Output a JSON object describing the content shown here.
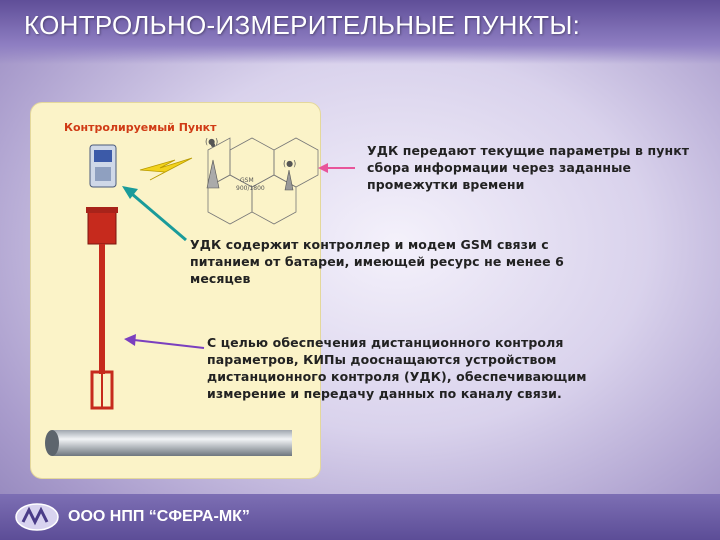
{
  "title": "КОНТРОЛЬНО-ИЗМЕРИТЕЛЬНЫЕ ПУНКТЫ:",
  "panel": {
    "label": "Контролируемый Пункт"
  },
  "diagram": {
    "label_top": "(●)",
    "label_right": "(●)",
    "hex_text_1": "GSM",
    "hex_text_2": "900/1800"
  },
  "texts": {
    "t1": "УДК передают текущие параметры в пункт сбора информации через заданные промежутки времени",
    "t2": "УДК содержит контроллер и модем GSM связи с питанием от батареи, имеющей ресурс не менее 6 месяцев",
    "t3": "С целью обеспечения дистанционного контроля параметров, КИПы дооснащаются устройством дистанционного контроля (УДК), обеспечивающим измерение и передачу данных по каналу связи."
  },
  "footer": {
    "company": "ООО НПП “СФЕРА-МК”"
  },
  "colors": {
    "accent": "#6a5aa8",
    "arrow_pink": "#e8559a",
    "arrow_teal": "#1a9b9a",
    "arrow_purple": "#7b3fbf",
    "pole_red": "#c62a1d"
  }
}
